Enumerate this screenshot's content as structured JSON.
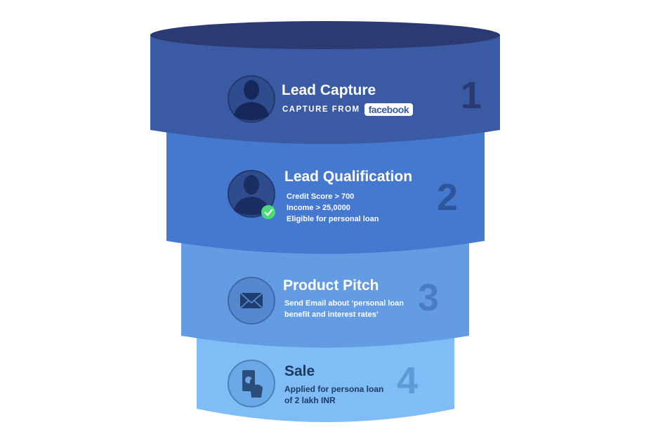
{
  "colors": {
    "top": "#2b3a73",
    "stage1": "#3a5aa4",
    "stage2": "#4479cf",
    "stage3": "#649ce3",
    "stage4": "#80bdf7"
  },
  "stages": [
    {
      "number": "1",
      "title": "Lead Capture",
      "caption": "CAPTURE FROM",
      "badge": "facebook",
      "icon": "user-icon"
    },
    {
      "number": "2",
      "title": "Lead Qualification",
      "lines": [
        "Credit Score > 700",
        "Income > 25,0000",
        "Eligible for personal loan"
      ],
      "icon": "user-check-icon"
    },
    {
      "number": "3",
      "title": "Product Pitch",
      "lines": [
        "Send Email about ‘personal loan",
        "benefit and interest rates’"
      ],
      "icon": "envelope-icon"
    },
    {
      "number": "4",
      "title": "Sale",
      "lines": [
        "Applied for persona loan",
        "of 2 lakh INR"
      ],
      "icon": "money-hand-icon"
    }
  ]
}
